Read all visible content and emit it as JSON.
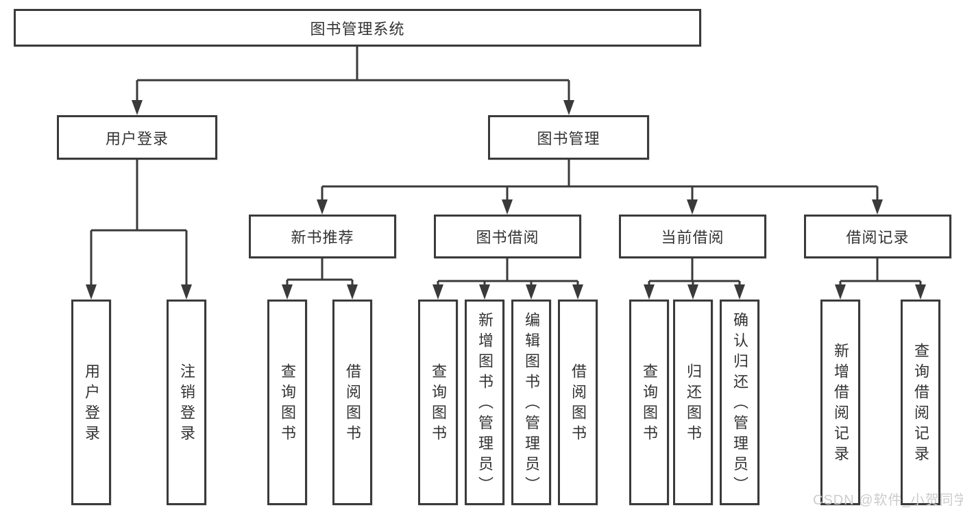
{
  "diagram": {
    "title": "图书管理系统",
    "level1": [
      {
        "label": "用户登录"
      },
      {
        "label": "图书管理"
      }
    ],
    "level2": [
      {
        "label": "新书推荐"
      },
      {
        "label": "图书借阅"
      },
      {
        "label": "当前借阅"
      },
      {
        "label": "借阅记录"
      }
    ],
    "level3": [
      {
        "label": "用户登录"
      },
      {
        "label": "注销登录"
      },
      {
        "label": "查询图书"
      },
      {
        "label": "借阅图书"
      },
      {
        "label": "查询图书"
      },
      {
        "label": "新增图书（管理员）"
      },
      {
        "label": "编辑图书（管理员）"
      },
      {
        "label": "借阅图书"
      },
      {
        "label": "查询图书"
      },
      {
        "label": "归还图书"
      },
      {
        "label": "确认归还（管理员）"
      },
      {
        "label": "新增借阅记录"
      },
      {
        "label": "查询借阅记录"
      }
    ]
  },
  "watermark": {
    "text": "CSDN @软件_小贺同学"
  },
  "colors": {
    "line": "#3a3a3a",
    "text": "#333333",
    "background": "#ffffff",
    "watermark": "#cccccc"
  }
}
